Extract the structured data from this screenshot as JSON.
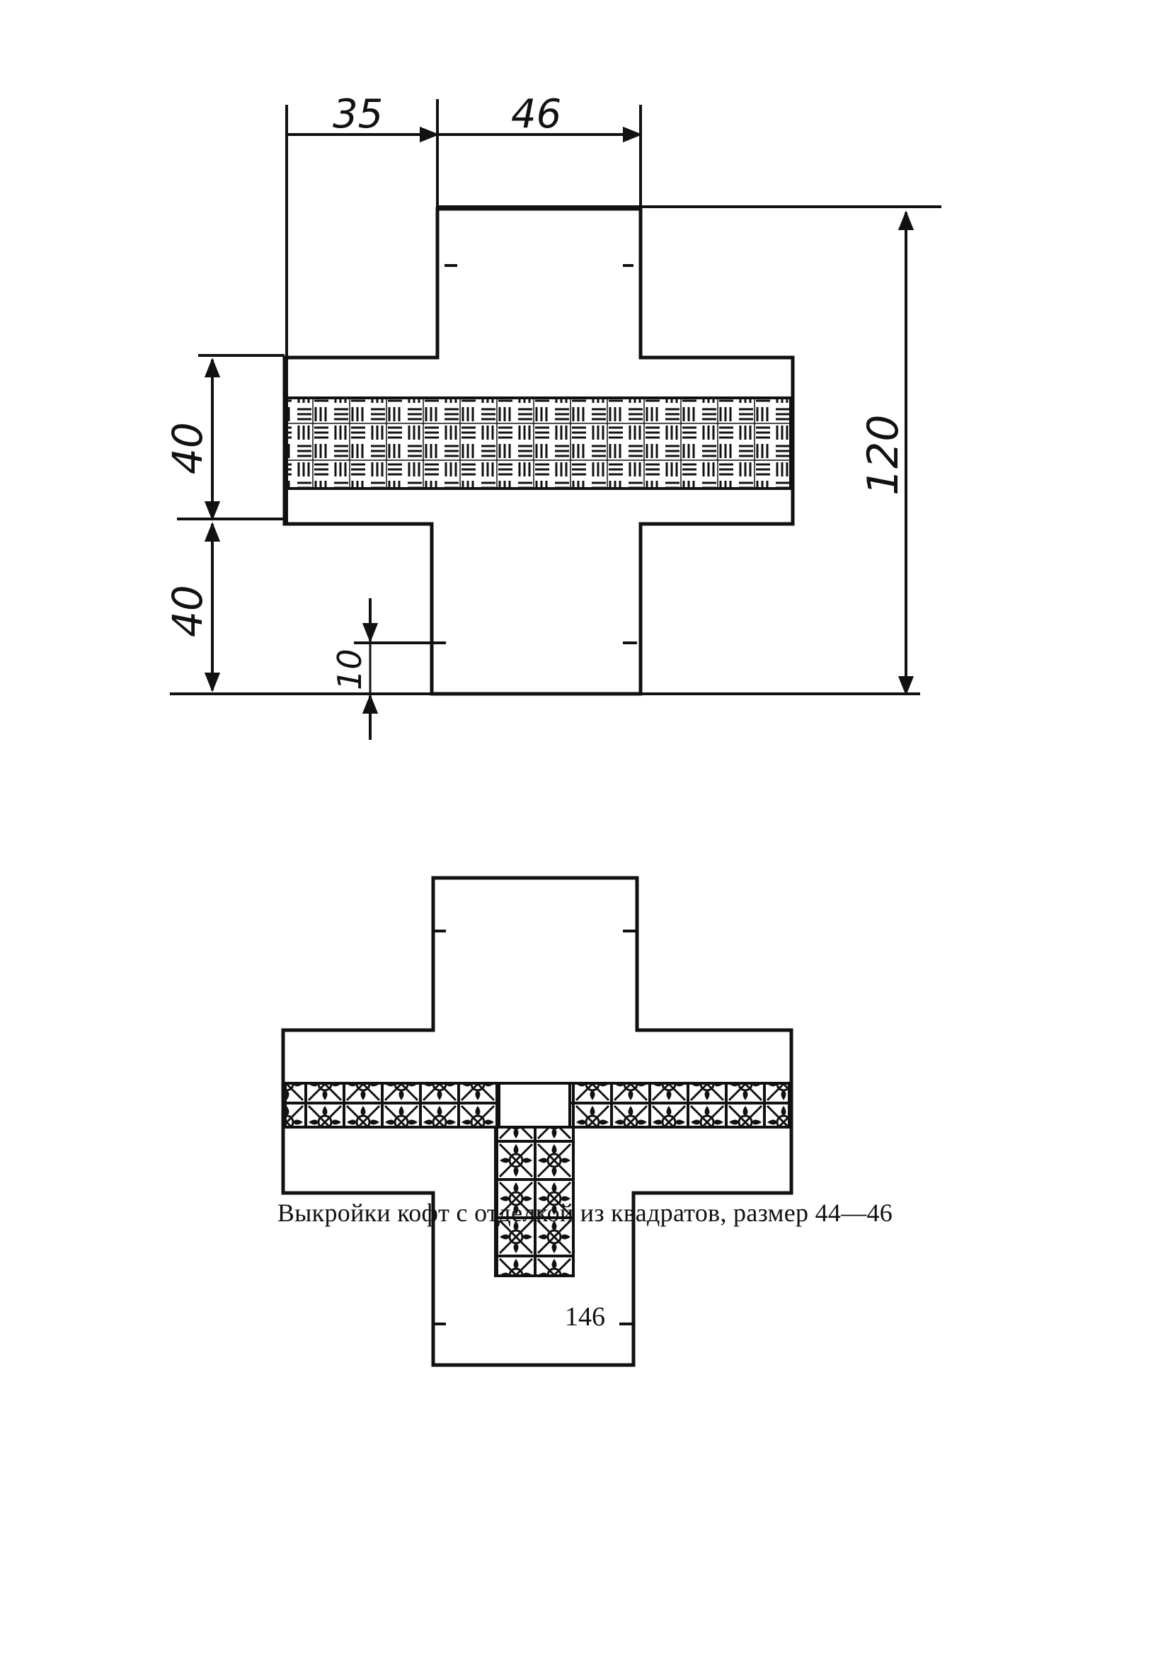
{
  "diagram_top": {
    "dimensions": {
      "d35": "35",
      "d46": "46",
      "d120": "120",
      "d40_upper": "40",
      "d40_lower": "40",
      "d10": "10"
    }
  },
  "caption": "Выкройки кофт с отделкой из квадратов, размер 44—46",
  "page_number": "146",
  "colors": {
    "ink": "#111111",
    "paper": "#ffffff"
  }
}
